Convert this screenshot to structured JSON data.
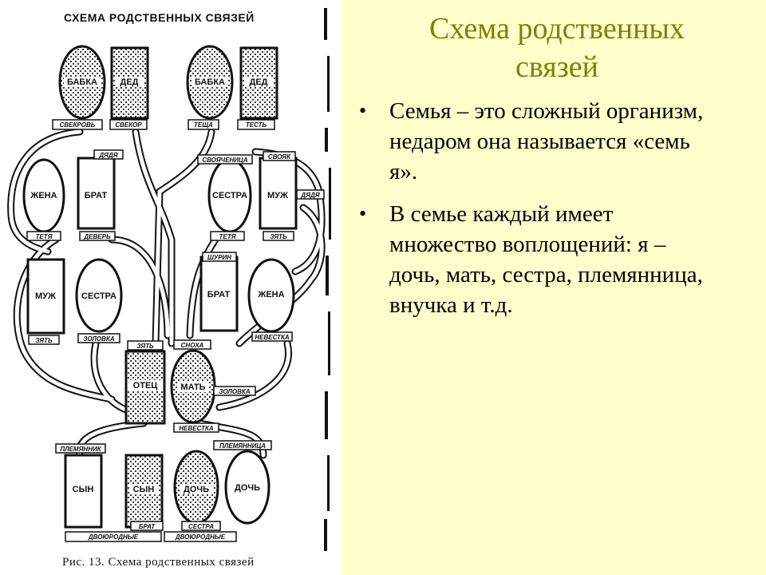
{
  "slide": {
    "title_line1": "Схема родственных",
    "title_line2": "связей",
    "bullets": [
      "Семья – это сложный организм, недаром она называется «семь я».",
      "В семье каждый имеет множество воплощений: я – дочь, мать, сестра, племянница, внучка и т.д."
    ]
  },
  "figure": {
    "title": "СХЕМА РОДСТВЕННЫХ СВЯЗЕЙ",
    "caption": "Рис. 13. Схема родственных связей",
    "nodes": [
      {
        "id": "n-babka1",
        "label": "БАБКА",
        "shape": "oval",
        "fill": "dotted"
      },
      {
        "id": "n-ded1",
        "label": "ДЕД",
        "shape": "rect",
        "fill": "dotted"
      },
      {
        "id": "n-babka2",
        "label": "БАБКА",
        "shape": "oval",
        "fill": "dotted"
      },
      {
        "id": "n-ded2",
        "label": "ДЕД",
        "shape": "rect",
        "fill": "dotted"
      },
      {
        "id": "n-zhena1",
        "label": "ЖЕНА",
        "shape": "oval",
        "fill": "plain"
      },
      {
        "id": "n-brat1",
        "label": "БРАТ",
        "shape": "rect",
        "fill": "plain"
      },
      {
        "id": "n-sestra1",
        "label": "СЕСТРА",
        "shape": "oval",
        "fill": "plain"
      },
      {
        "id": "n-muzh1",
        "label": "МУЖ",
        "shape": "rect",
        "fill": "plain"
      },
      {
        "id": "n-muzh2",
        "label": "МУЖ",
        "shape": "rect",
        "fill": "plain"
      },
      {
        "id": "n-sestra2",
        "label": "СЕСТРА",
        "shape": "oval",
        "fill": "plain"
      },
      {
        "id": "n-brat2",
        "label": "БРАТ",
        "shape": "rect",
        "fill": "plain"
      },
      {
        "id": "n-zhena2",
        "label": "ЖЕНА",
        "shape": "oval",
        "fill": "plain"
      },
      {
        "id": "n-otec",
        "label": "ОТЕЦ",
        "shape": "rect",
        "fill": "dotted"
      },
      {
        "id": "n-mat",
        "label": "МАТЬ",
        "shape": "oval",
        "fill": "dotted"
      },
      {
        "id": "n-syn1",
        "label": "СЫН",
        "shape": "rect",
        "fill": "plain"
      },
      {
        "id": "n-syn2",
        "label": "СЫН",
        "shape": "rect",
        "fill": "dotted"
      },
      {
        "id": "n-doch1",
        "label": "ДОЧЬ",
        "shape": "oval",
        "fill": "dotted"
      },
      {
        "id": "n-doch2",
        "label": "ДОЧЬ",
        "shape": "oval",
        "fill": "plain"
      }
    ],
    "tags": [
      "СВЕКРОВЬ",
      "СВЕКОР",
      "ТЕЩА",
      "ТЕСТЬ",
      "ДЯДЯ",
      "СВОЯЧЕНИЦА",
      "СВОЯК",
      "ДЯДЯ",
      "ТЕТЯ",
      "ДЕВЕРЬ",
      "ТЕТЯ",
      "ЗЯТЬ",
      "ШУРИН",
      "ЗЯТЬ",
      "ЗОЛОВКА",
      "НЕВЕСТКА",
      "ЗЯТЬ",
      "СНОХА",
      "ЗОЛОВКА",
      "НЕВЕСТКА",
      "ПЛЕМЯННИК",
      "ПЛЕМЯННИЦА",
      "БРАТ",
      "СЕСТРА",
      "ДВОЮРОДНЫЕ",
      "ДВОЮРОДНЫЕ"
    ]
  },
  "colors": {
    "background": "#ffffcc",
    "title": "#808000",
    "text": "#000000",
    "ink": "#111111"
  }
}
